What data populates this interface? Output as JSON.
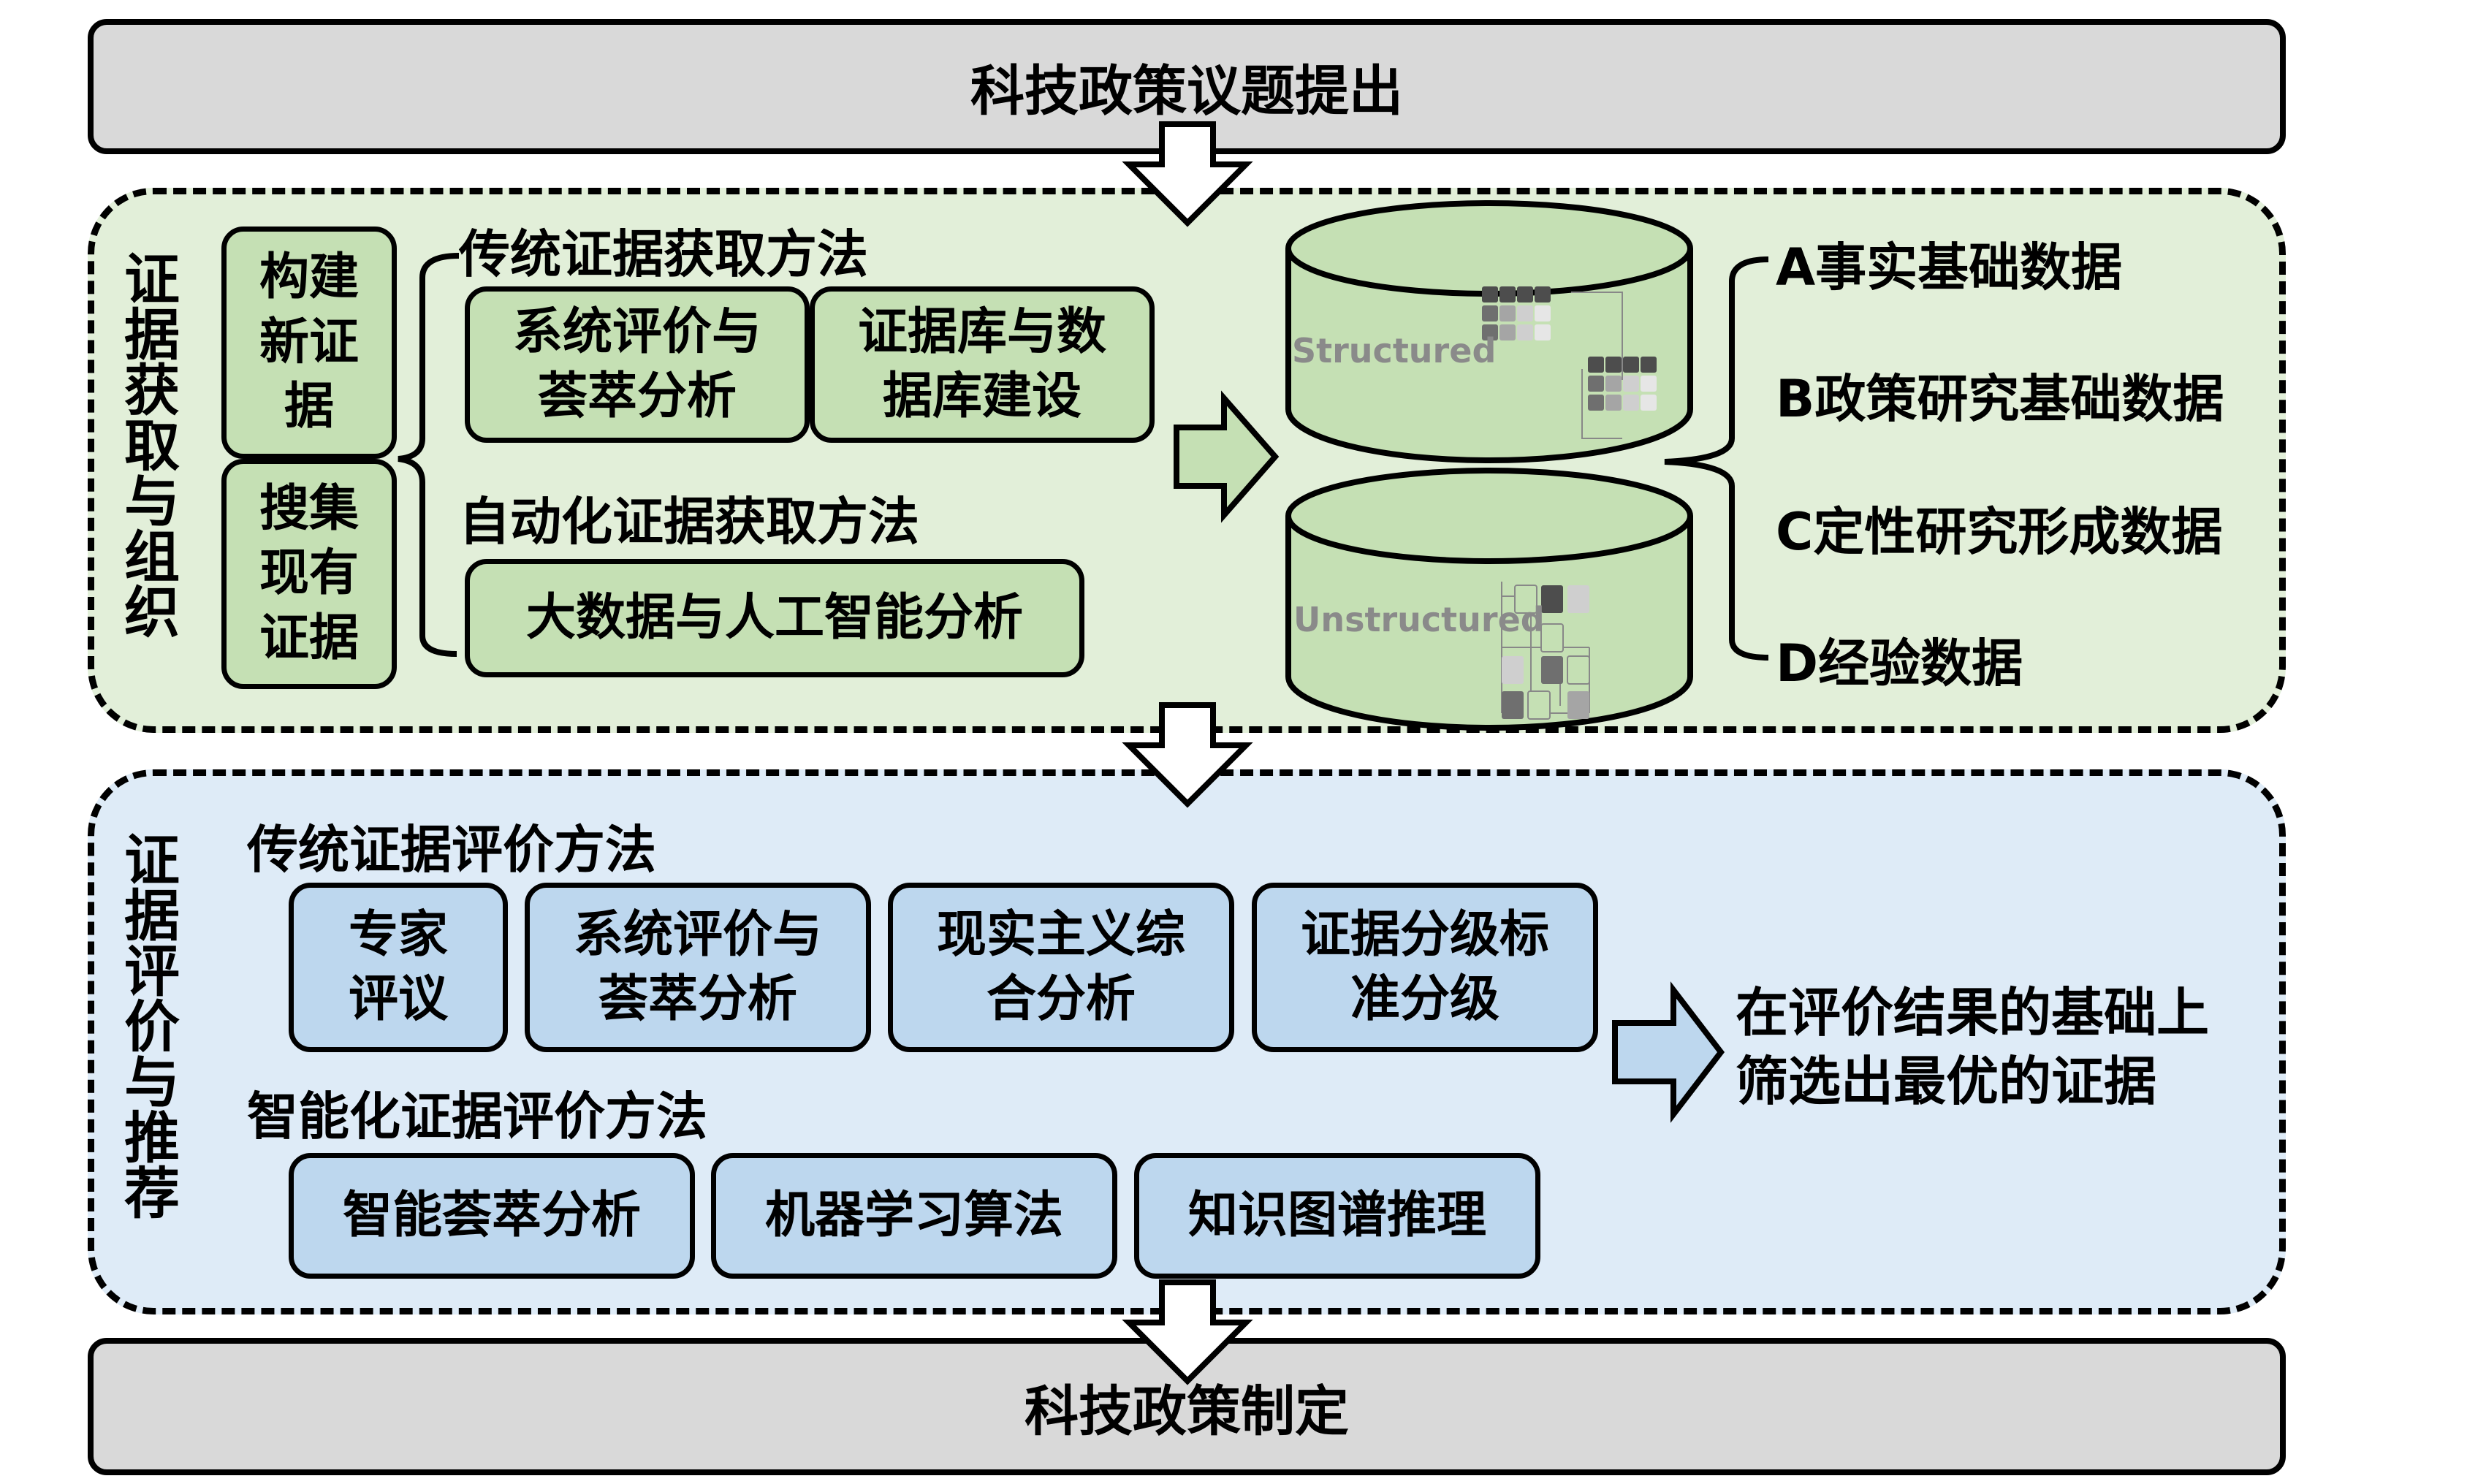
{
  "top_bar": {
    "label": "科技政策议题提出"
  },
  "bottom_bar": {
    "label": "科技政策制定"
  },
  "acquisition": {
    "section_label": "证据获取与组织",
    "sources": [
      "构建新证据",
      "搜集现有证据"
    ],
    "traditional_heading": "传统证据获取方法",
    "traditional_methods": [
      "系统评价与荟萃分析",
      "证据库与数据库建设"
    ],
    "automated_heading": "自动化证据获取方法",
    "automated_methods": [
      "大数据与人工智能分析"
    ],
    "databases": [
      {
        "label": "Structured"
      },
      {
        "label": "Unstructured"
      }
    ],
    "data_categories": [
      "A事实基础数据",
      "B政策研究基础数据",
      "C定性研究形成数据",
      "D经验数据"
    ]
  },
  "evaluation": {
    "section_label": "证据评价与推荐",
    "traditional_heading": "传统证据评价方法",
    "traditional_methods": [
      "专家评议",
      "系统评价与荟萃分析",
      "现实主义综合分析",
      "证据分级标准分级"
    ],
    "intelligent_heading": "智能化证据评价方法",
    "intelligent_methods": [
      "智能荟萃分析",
      "机器学习算法",
      "知识图谱推理"
    ],
    "result_text": "在评价结果的基础上筛选出最优的证据"
  },
  "colors": {
    "green_section": "#e2efd9",
    "green_box": "#c5e0b4",
    "blue_section": "#deebf7",
    "blue_box": "#bdd7ee",
    "bar": "#d9d9d9"
  }
}
